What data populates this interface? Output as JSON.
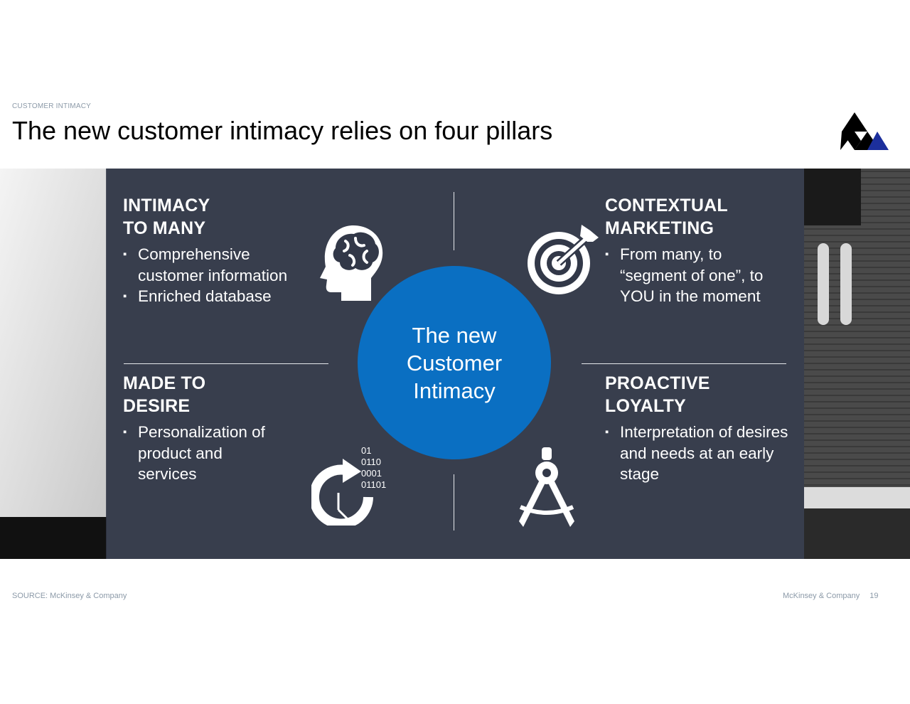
{
  "header": {
    "kicker": "CUSTOMER INTIMACY",
    "title": "The new customer intimacy relies on four pillars"
  },
  "center": {
    "label": "The new Customer Intimacy"
  },
  "pillars": {
    "top_left": {
      "heading_line1": "INTIMACY",
      "heading_line2": "TO MANY",
      "bullets": [
        "Comprehensive customer information",
        "Enriched database"
      ],
      "icon": "brain-head-icon"
    },
    "top_right": {
      "heading_line1": "CONTEXTUAL",
      "heading_line2": "MARKETING",
      "bullets": [
        "From many, to “segment of one”, to YOU in the moment"
      ],
      "icon": "target-icon"
    },
    "bottom_left": {
      "heading_line1": "MADE TO",
      "heading_line2": "DESIRE",
      "bullets": [
        "Personalization of product and services"
      ],
      "icon": "clock-refresh-icon"
    },
    "bottom_right": {
      "heading_line1": "PROACTIVE",
      "heading_line2": "LOYALTY",
      "bullets": [
        "Interpretation of desires and needs at an early stage"
      ],
      "icon": "compass-icon"
    }
  },
  "binary_lines": [
    "01",
    "0110",
    "0001",
    "01101"
  ],
  "footer": {
    "source": "SOURCE: McKinsey & Company",
    "company": "McKinsey & Company",
    "page_number": "19"
  },
  "colors": {
    "accent_blue": "#0a6fc2",
    "overlay": "#323848",
    "logo_blue": "#1c2f9c"
  }
}
